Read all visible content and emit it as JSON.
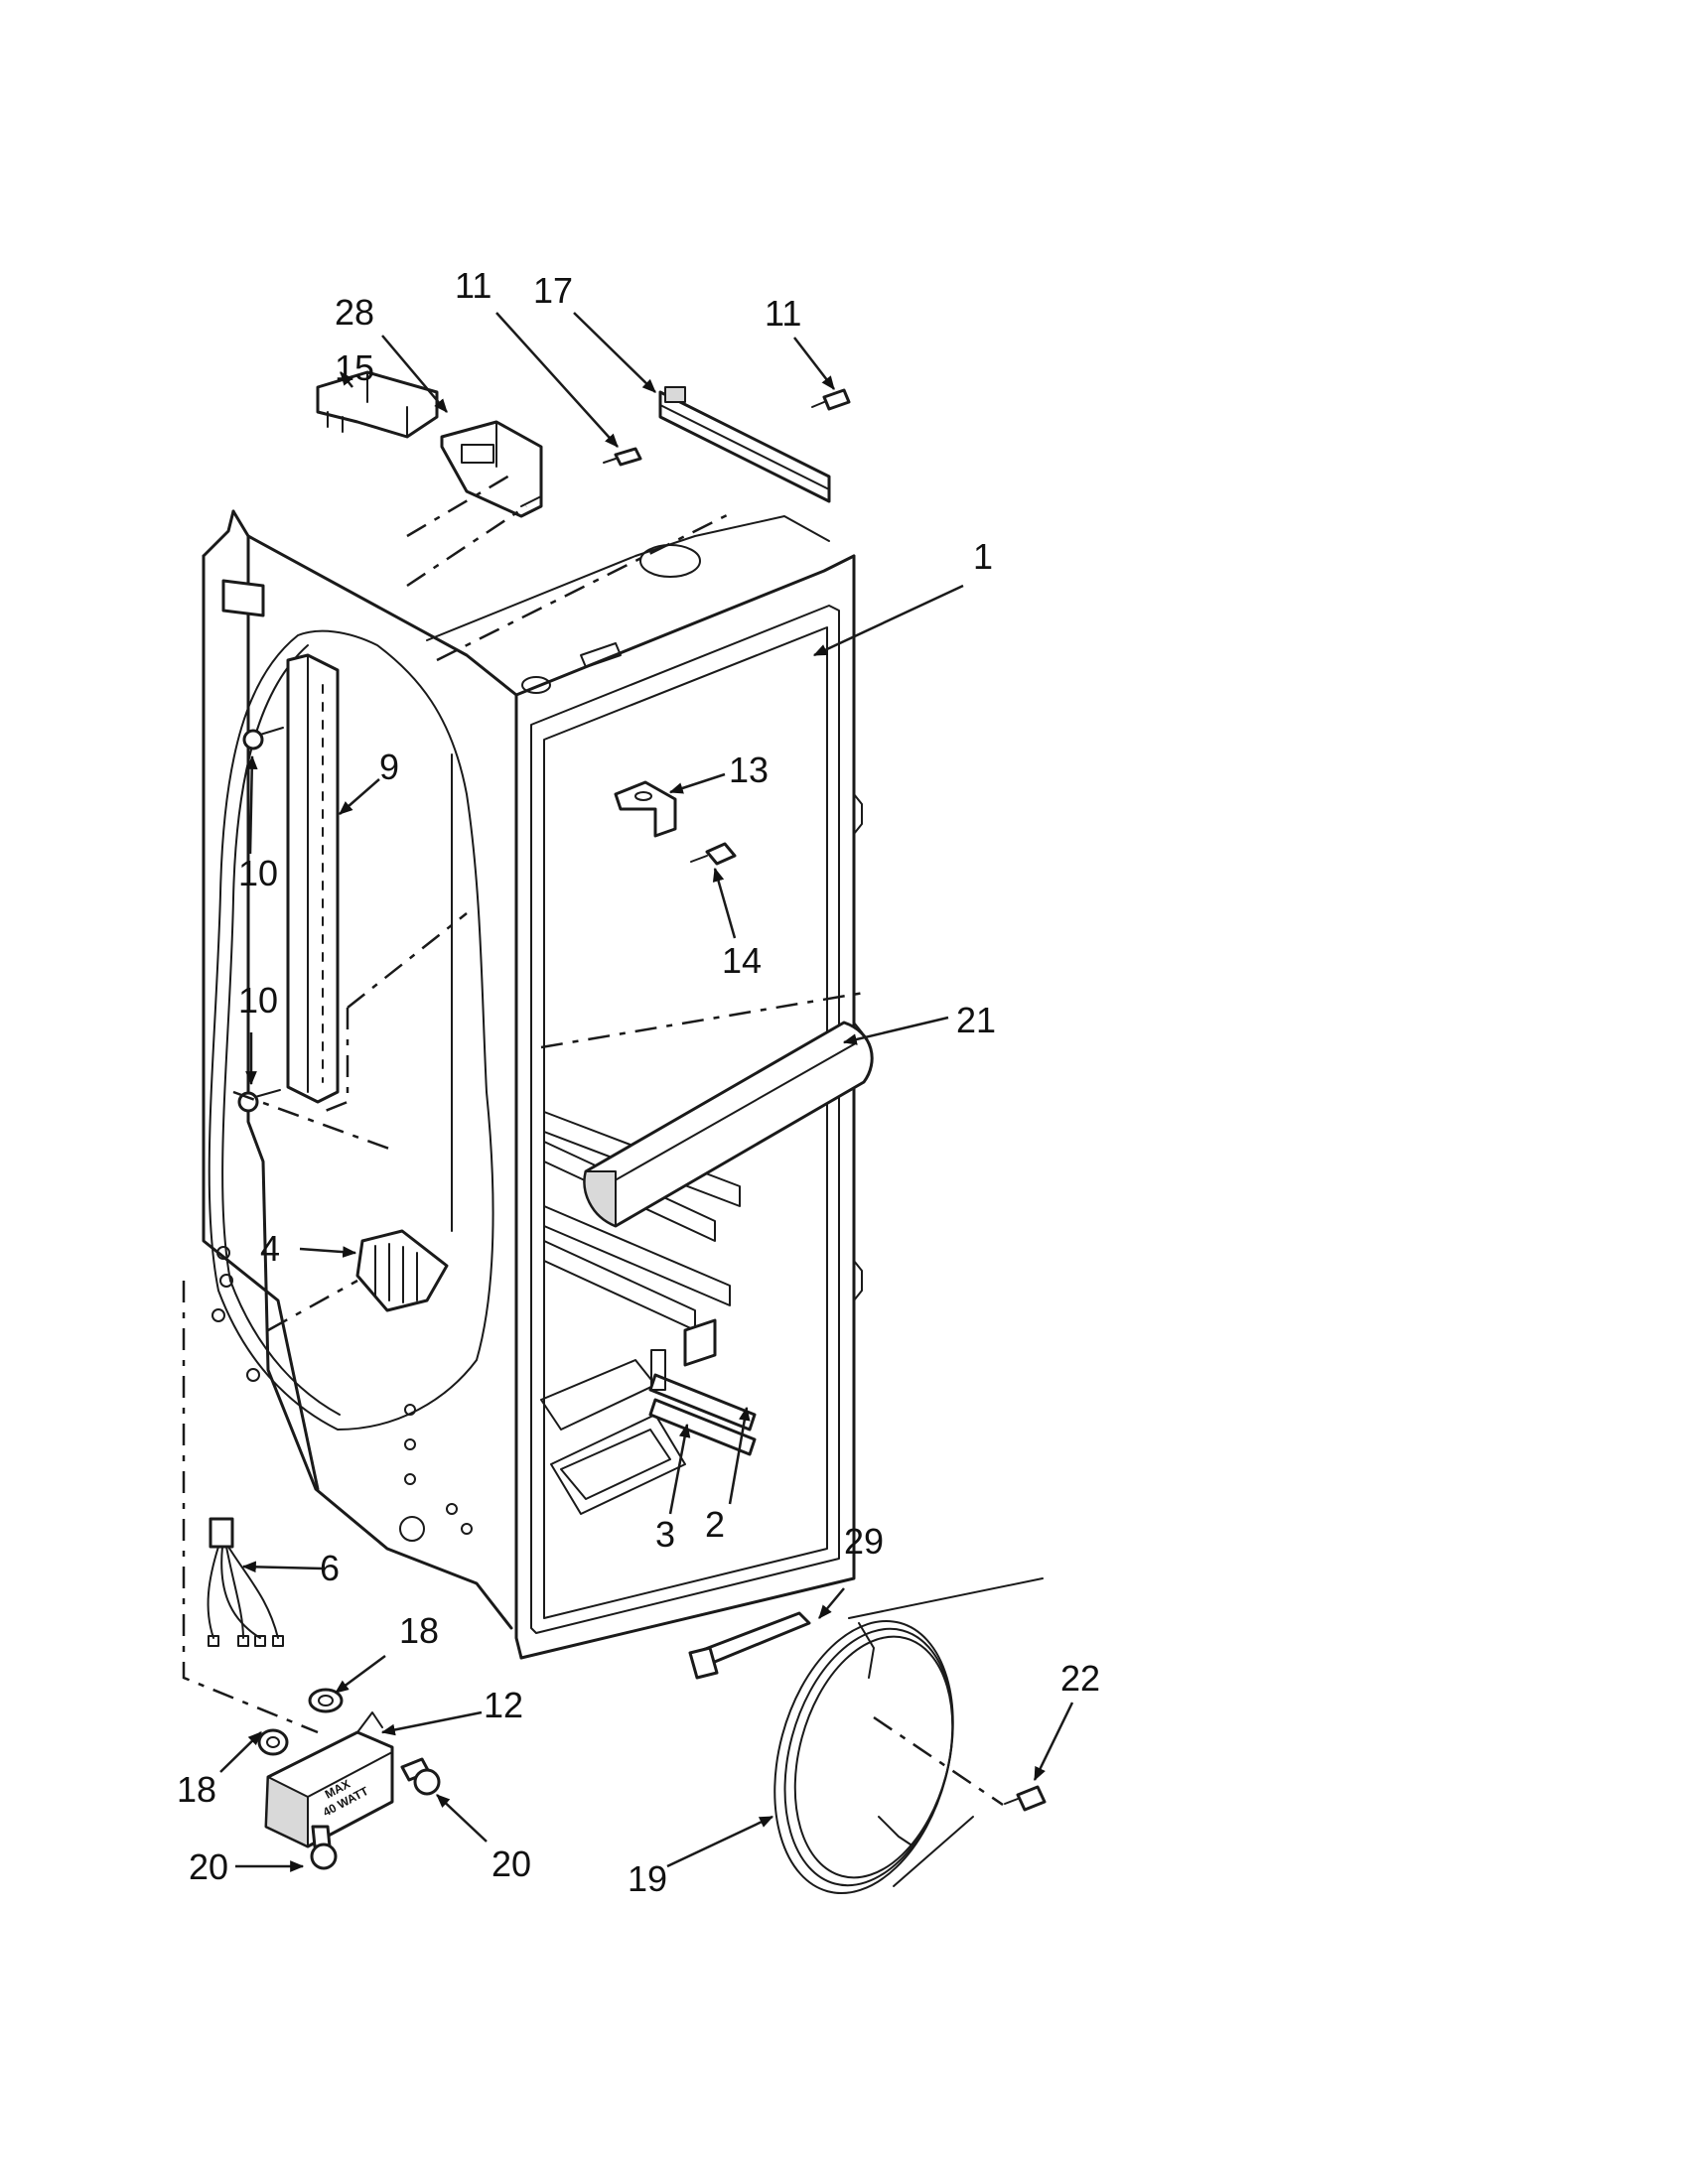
{
  "labels": [
    {
      "id": "1",
      "text": "1"
    },
    {
      "id": "2",
      "text": "2"
    },
    {
      "id": "3",
      "text": "3"
    },
    {
      "id": "4",
      "text": "4"
    },
    {
      "id": "6",
      "text": "6"
    },
    {
      "id": "9",
      "text": "9"
    },
    {
      "id": "10a",
      "text": "10"
    },
    {
      "id": "10b",
      "text": "10"
    },
    {
      "id": "11a",
      "text": "11"
    },
    {
      "id": "11b",
      "text": "11"
    },
    {
      "id": "12",
      "text": "12"
    },
    {
      "id": "13",
      "text": "13"
    },
    {
      "id": "14",
      "text": "14"
    },
    {
      "id": "15",
      "text": "15"
    },
    {
      "id": "17",
      "text": "17"
    },
    {
      "id": "18a",
      "text": "18"
    },
    {
      "id": "18b",
      "text": "18"
    },
    {
      "id": "19",
      "text": "19"
    },
    {
      "id": "20a",
      "text": "20"
    },
    {
      "id": "20b",
      "text": "20"
    },
    {
      "id": "21",
      "text": "21"
    },
    {
      "id": "22",
      "text": "22"
    },
    {
      "id": "28",
      "text": "28"
    },
    {
      "id": "29",
      "text": "29"
    }
  ],
  "lamp_socket_stamp": {
    "line1": "MAX",
    "line2": "40 WATT"
  }
}
